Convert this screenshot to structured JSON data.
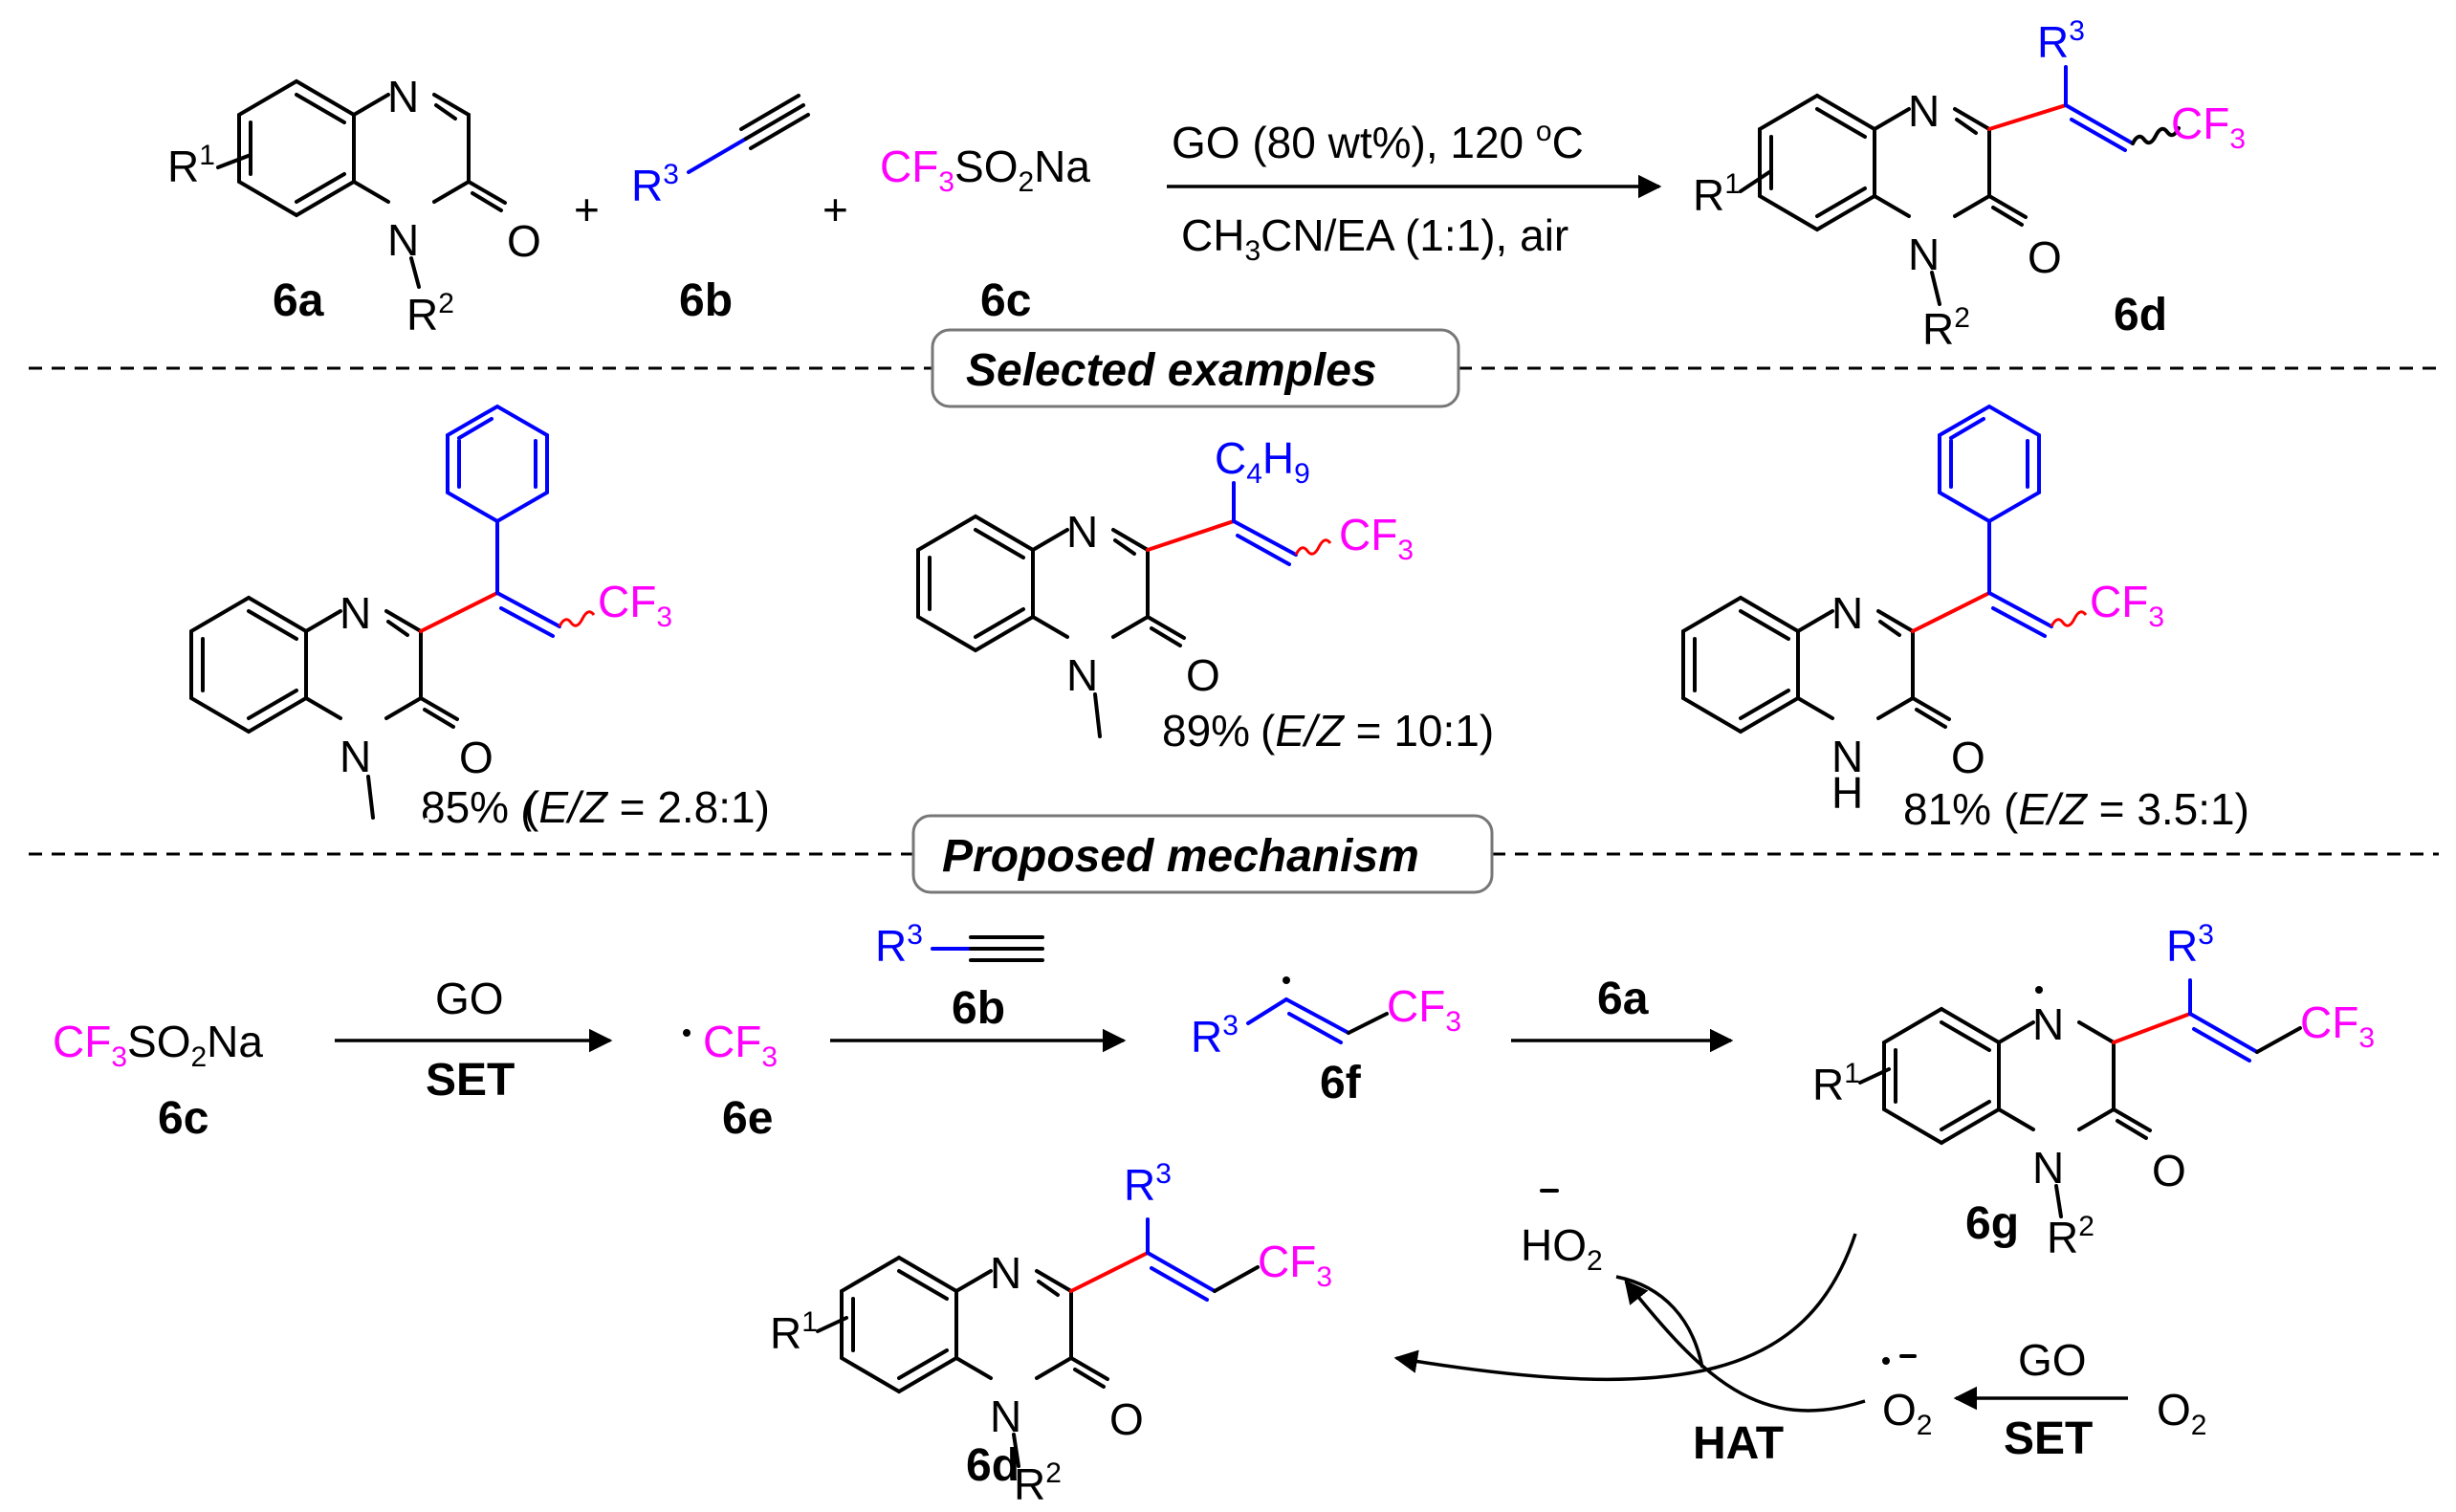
{
  "labels": {
    "cf3so2na": "CF3SO2Na",
    "r1": "R1",
    "r2": "R2",
    "r3": "R3",
    "n": "N",
    "o": "O",
    "h": "H",
    "cf3": "CF3",
    "c4h9": "C4H9",
    "plus": "+",
    "o2": "O2",
    "ho2": "HO2"
  },
  "compounds": {
    "c6a": "6a",
    "c6b": "6b",
    "c6c": "6c",
    "c6d": "6d",
    "c6e": "6e",
    "c6f": "6f",
    "c6g": "6g"
  },
  "conditions": {
    "top_line1": "GO (80 wt%),  120 oC",
    "top_line2": "CH3CN/EA (1:1), air",
    "go": "GO",
    "set": "SET",
    "hat": "HAT"
  },
  "sections": {
    "selected_examples": "Selected examples",
    "proposed_mechanism": "Proposed mechanism"
  },
  "examples": [
    {
      "yield": "85%",
      "ratio": "(E/Z = 2.8:1)"
    },
    {
      "yield": "89%",
      "ratio": "(E/Z = 10:1)"
    },
    {
      "yield": "81%",
      "ratio": "(E/Z = 3.5:1)"
    }
  ],
  "colors": {
    "cf3": "#ff00ff",
    "r3": "#0000ff",
    "new_bond": "#ff0000"
  }
}
